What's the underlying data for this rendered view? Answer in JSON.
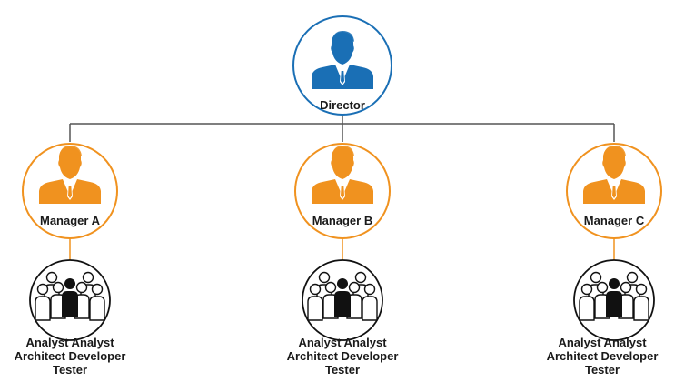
{
  "director": {
    "label": "Director",
    "color": "#1a6fb5"
  },
  "managers": [
    {
      "label": "Manager A",
      "team": {
        "line1": "Analyst Analyst",
        "line2": "Architect Developer",
        "line3": "Tester"
      }
    },
    {
      "label": "Manager B",
      "team": {
        "line1": "Analyst Analyst",
        "line2": "Architect Developer",
        "line3": "Tester"
      }
    },
    {
      "label": "Manager C",
      "team": {
        "line1": "Analyst Analyst",
        "line2": "Architect Developer",
        "line3": "Tester"
      }
    }
  ],
  "colors": {
    "director": "#1a6fb5",
    "manager": "#f0921f",
    "connector": "#555555",
    "team_dark": "#111111"
  },
  "icons": {
    "director": "businessman-icon",
    "manager": "businessman-icon",
    "team": "people-group-icon"
  }
}
